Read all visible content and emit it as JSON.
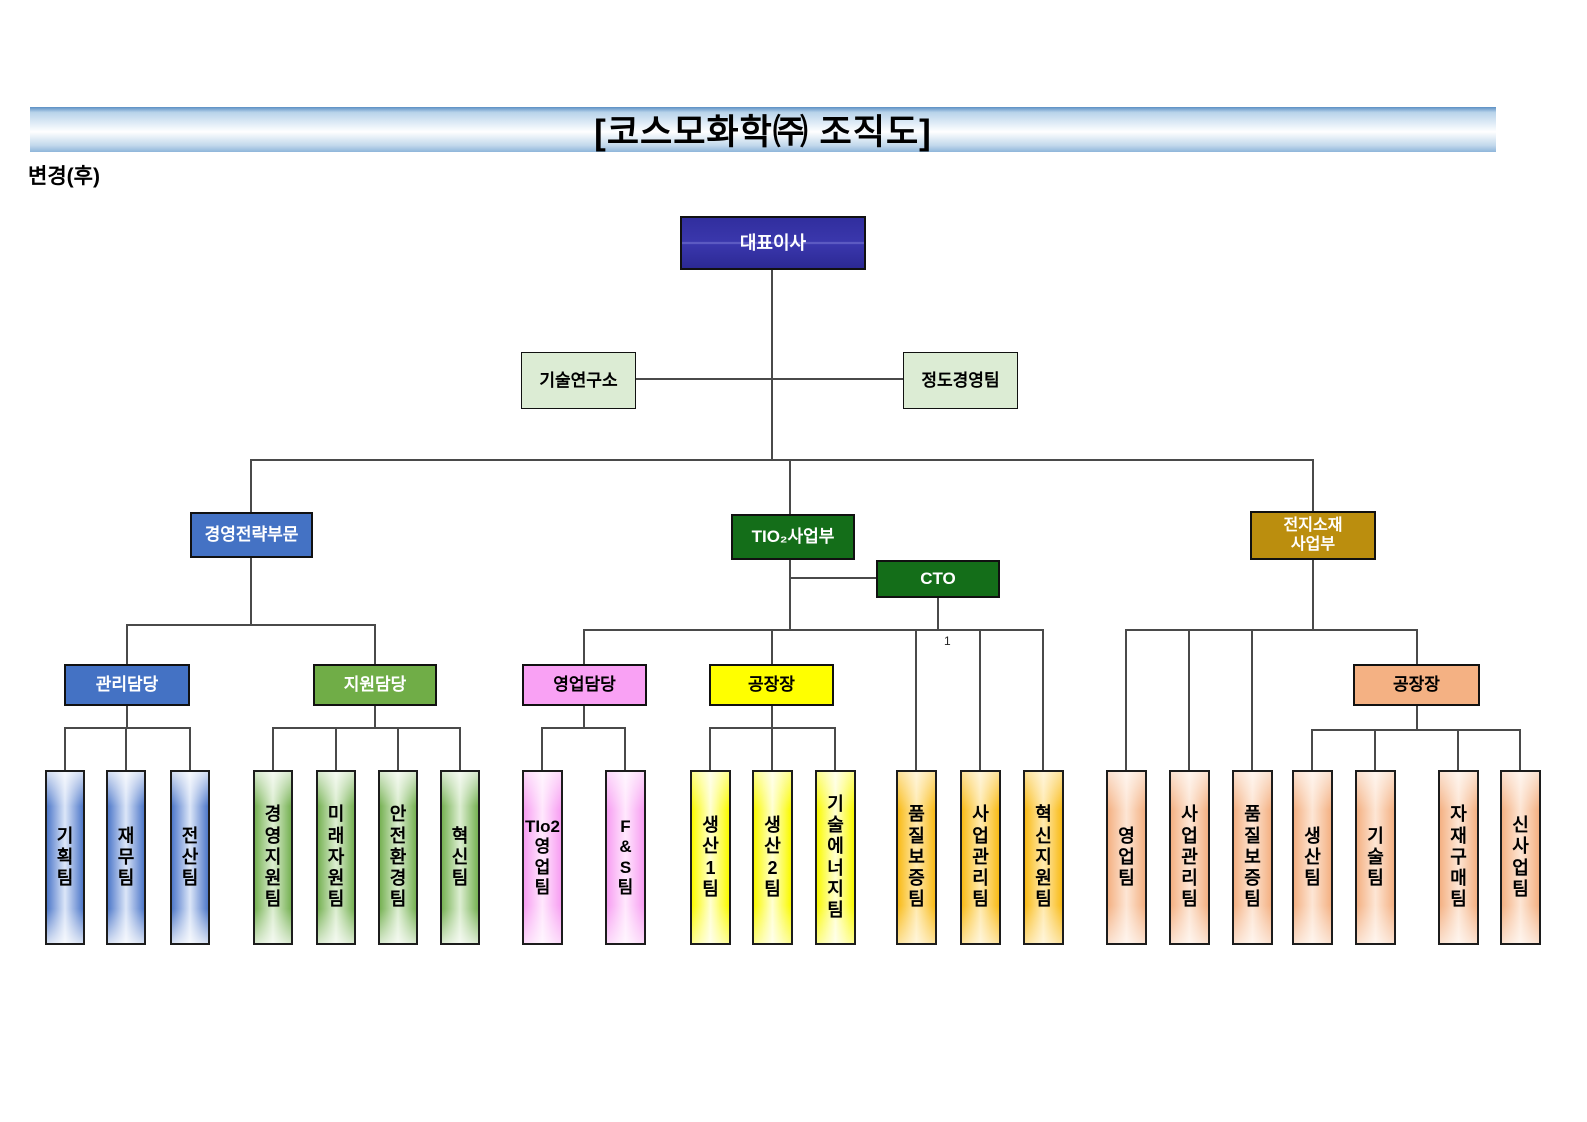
{
  "title": "[코스모화학㈜ 조직도]",
  "revision_label": "변경(후)",
  "annotation_1": "1",
  "colors": {
    "ceo_navy": "#312E9E",
    "division_blue": "#4472C4",
    "support_green": "#70AD47",
    "tio2_dark_green": "#146E19",
    "battery_gold": "#BB8E0E",
    "sales_pink": "#F9A1F4",
    "plant_yellow": "#FFFF00",
    "plant_orange": "#F4B183",
    "staff_light_green": "#DCECD4",
    "connector_gray": "#4A4A4A",
    "banner_blue": "#8FB6DA"
  },
  "org": {
    "ceo": "대표이사",
    "tech_research_center": "기술연구소",
    "integrity_mgmt_team": "정도경영팀",
    "strategy_division": "경영전략부문",
    "tio2_division": "TIO₂사업부",
    "battery_division": "전지소재\n사업부",
    "cto": "CTO",
    "admin_head": "관리담당",
    "support_head": "지원담당",
    "sales_head": "영업담당",
    "tio2_plant_manager": "공장장",
    "battery_plant_manager": "공장장",
    "teams": {
      "admin": [
        "기\n획\n팀",
        "재\n무\n팀",
        "전\n산\n팀"
      ],
      "support": [
        "경\n영\n지\n원\n팀",
        "미\n래\n자\n원\n팀",
        "안\n전\n환\n경\n팀",
        "혁\n신\n팀"
      ],
      "sales": [
        "TIo2\n영\n업\n팀",
        "F\n&\nS\n팀"
      ],
      "tio2_plant": [
        "생\n산\n1\n팀",
        "생\n산\n2\n팀",
        "기\n술\n에\n너\n지\n팀"
      ],
      "cto_teams": [
        "품\n질\n보\n증\n팀",
        "사\n업\n관\n리\n팀",
        "혁\n신\n지\n원\n팀"
      ],
      "battery_direct": [
        "영\n업\n팀",
        "사\n업\n관\n리\n팀",
        "품\n질\n보\n증\n팀"
      ],
      "battery_plant": [
        "생\n산\n팀",
        "기\n술\n팀",
        "자\n재\n구\n매\n팀",
        "신\n사\n업\n팀"
      ]
    }
  }
}
